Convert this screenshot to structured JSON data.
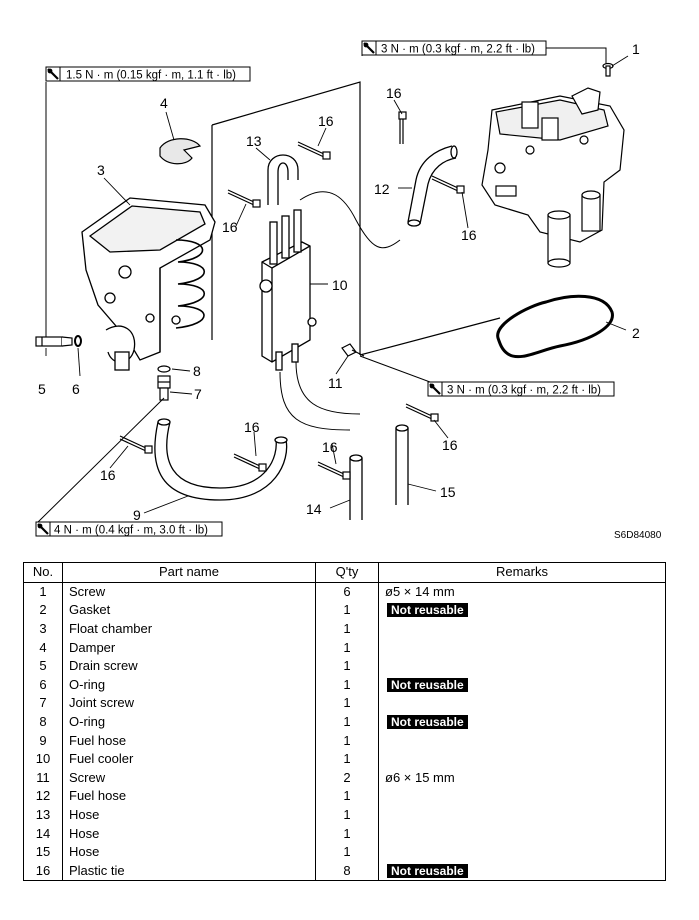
{
  "diagram": {
    "figure_code": "S6D84080",
    "callouts": [
      "1",
      "2",
      "3",
      "4",
      "5",
      "6",
      "7",
      "8",
      "9",
      "10",
      "11",
      "12",
      "13",
      "14",
      "15",
      "16"
    ],
    "torque_specs": {
      "t1": "1.5 N · m (0.15 kgf · m, 1.1 ft · lb)",
      "t2": "3 N · m (0.3 kgf · m, 2.2 ft · lb)",
      "t3": "3 N · m (0.3 kgf · m, 2.2 ft · lb)",
      "t4": "4 N · m (0.4 kgf · m, 3.0 ft · lb)"
    }
  },
  "table": {
    "headers": [
      "No.",
      "Part name",
      "Q'ty",
      "Remarks"
    ],
    "rows": [
      {
        "no": "1",
        "name": "Screw",
        "qty": "6",
        "remarks": "ø5 × 14 mm",
        "badge": ""
      },
      {
        "no": "2",
        "name": "Gasket",
        "qty": "1",
        "remarks": "",
        "badge": "Not reusable"
      },
      {
        "no": "3",
        "name": "Float chamber",
        "qty": "1",
        "remarks": "",
        "badge": ""
      },
      {
        "no": "4",
        "name": "Damper",
        "qty": "1",
        "remarks": "",
        "badge": ""
      },
      {
        "no": "5",
        "name": "Drain screw",
        "qty": "1",
        "remarks": "",
        "badge": ""
      },
      {
        "no": "6",
        "name": "O-ring",
        "qty": "1",
        "remarks": "",
        "badge": "Not reusable"
      },
      {
        "no": "7",
        "name": "Joint screw",
        "qty": "1",
        "remarks": "",
        "badge": ""
      },
      {
        "no": "8",
        "name": "O-ring",
        "qty": "1",
        "remarks": "",
        "badge": "Not reusable"
      },
      {
        "no": "9",
        "name": "Fuel hose",
        "qty": "1",
        "remarks": "",
        "badge": ""
      },
      {
        "no": "10",
        "name": "Fuel cooler",
        "qty": "1",
        "remarks": "",
        "badge": ""
      },
      {
        "no": "11",
        "name": "Screw",
        "qty": "2",
        "remarks": "ø6 × 15 mm",
        "badge": ""
      },
      {
        "no": "12",
        "name": "Fuel hose",
        "qty": "1",
        "remarks": "",
        "badge": ""
      },
      {
        "no": "13",
        "name": "Hose",
        "qty": "1",
        "remarks": "",
        "badge": ""
      },
      {
        "no": "14",
        "name": "Hose",
        "qty": "1",
        "remarks": "",
        "badge": ""
      },
      {
        "no": "15",
        "name": "Hose",
        "qty": "1",
        "remarks": "",
        "badge": ""
      },
      {
        "no": "16",
        "name": "Plastic tie",
        "qty": "8",
        "remarks": "",
        "badge": "Not reusable"
      }
    ]
  }
}
